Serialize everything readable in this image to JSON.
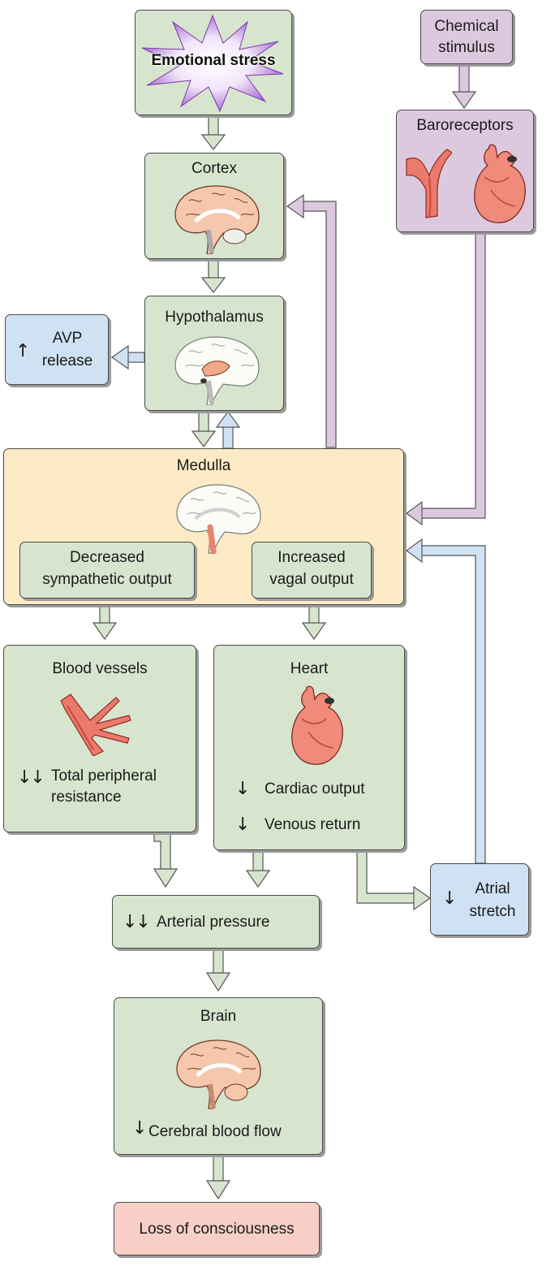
{
  "nodes": {
    "emotional_stress": "Emotional stress",
    "chemical_stimulus": "Chemical stimulus",
    "chemical_line1": "Chemical",
    "chemical_line2": "stimulus",
    "baroreceptors": "Baroreceptors",
    "cortex": "Cortex",
    "hypothalamus": "Hypothalamus",
    "avp_arrow": "↑",
    "avp_line1": "AVP",
    "avp_line2": "release",
    "medulla": "Medulla",
    "sympathetic_line1": "Decreased",
    "sympathetic_line2": "sympathetic output",
    "vagal_line1": "Increased",
    "vagal_line2": "vagal output",
    "blood_vessels": "Blood vessels",
    "tpr_arrows": "↓↓",
    "tpr_line1": "Total peripheral",
    "tpr_line2": "resistance",
    "heart": "Heart",
    "co_arrow": "↓",
    "cardiac_output": "Cardiac output",
    "vr_arrow": "↓",
    "venous_return": "Venous return",
    "atrial_arrow": "↓",
    "atrial_line1": "Atrial",
    "atrial_line2": "stretch",
    "ap_arrows": "↓↓",
    "arterial_pressure": "Arterial pressure",
    "brain": "Brain",
    "cbf_arrow": "↓",
    "cerebral_blood_flow": "Cerebral blood flow",
    "loss_of_consciousness": "Loss of consciousness"
  },
  "colors": {
    "green_box": "#d7e5cf",
    "blue_box": "#cfe2f3",
    "purple_box": "#ddc9df",
    "yellow_box": "#fdebc6",
    "pink_box": "#f7cfc6",
    "star": "#9b59c9"
  },
  "icons": {
    "brain": "brain-icon",
    "heart": "heart-icon",
    "vessel": "blood-vessel-icon",
    "carotid": "carotid-artery-icon",
    "star": "starburst-icon"
  }
}
